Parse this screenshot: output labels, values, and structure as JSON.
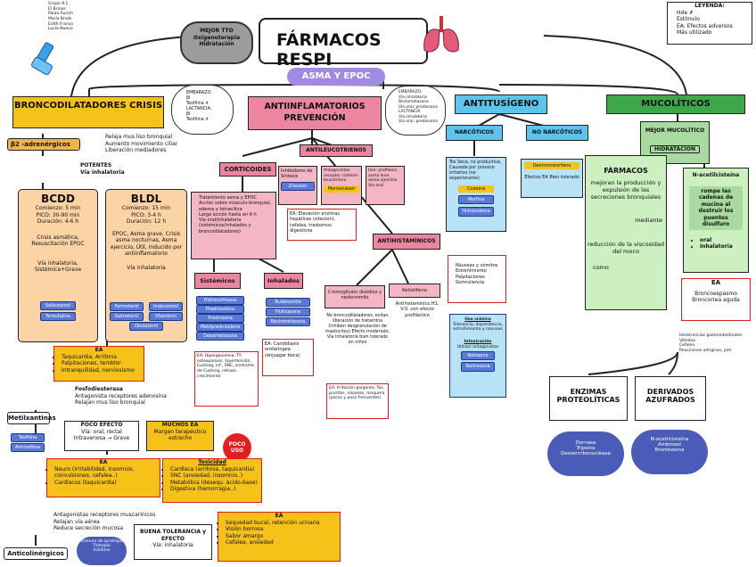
{
  "title": "FÁRMACOS RESPI",
  "subtitle": "ASMA Y EPOC",
  "authors": [
    "Grupo 9.1",
    "El Brinos",
    "Paula Aurich",
    "María Brails",
    "Edith Franco",
    "Lucía Nuevo"
  ],
  "legend": {
    "title": "LEYENDA:",
    "items": [
      "Hde ✗",
      "Estímulo",
      "EA: Efectos adversos",
      "Más utilizado"
    ]
  },
  "best_tto": [
    "MEJOR TTO",
    "Oxigenoterapia",
    "Hidratación"
  ],
  "pregnancy_cloud_left": [
    "EMBARAZO:",
    "βl",
    "Teofilina ✗",
    "LACTANCIA:",
    "βl",
    "Teofilina ✗"
  ],
  "pregnancy_cloud_mid": [
    "EMBARAZO:",
    "Vía inhalatoria",
    "Beclometasona",
    "Vía oral, prednisona",
    "LACTANCIA",
    "Vía inhalatoria",
    "Vía oral, prednisona"
  ],
  "broncho": {
    "title": "BRONCODILATADORES CRISIS",
    "beta2": "β2 -adrenérgicos",
    "mech": [
      "Relaja mus liso bronquial",
      "Aumento movimiento ciliar",
      "Liberación mediadores"
    ],
    "potent": [
      "POTENTES",
      "Vía inhalatoria"
    ],
    "bcdd": {
      "title": "BCDD",
      "lines": [
        "Comienzo: 5 min",
        "PICO: 30-90 min",
        "Duración: 4-6 h",
        "Crisis asmática, Resuscitación EPOC",
        "Vía inhalatoria, Sistémica+Grave"
      ],
      "pills": [
        "Salbutamol",
        "Terbutalina"
      ]
    },
    "bldl": {
      "title": "BLDL",
      "lines": [
        "Comienzo: 15 min",
        "PICO: 3-4 h",
        "Duración: 12 h",
        "EPOC, Asma grave, Crisis asma nocturnas, Asma ejercicio, Útil, Inducido por antiinflamatorio",
        "Vía inhalatoria"
      ],
      "pills": [
        "Formoterol",
        "Indacaterol",
        "Salmeterol",
        "Vilanterol",
        "Olodaterol"
      ]
    },
    "ea": [
      "EA",
      "Taquicardia, Arritmia",
      "Palpitaciones, temblor",
      "Intranquilidad, nerviosismo"
    ],
    "metil": "Metilxantinas",
    "metil_pills": [
      "Teofilina",
      "Aminofilina"
    ],
    "metil_mech": [
      "Fosfodiesterasa",
      "Antagonista receptores adenosina",
      "Relajan mus liso bronquial"
    ],
    "poco_efecto": [
      "POCO EFECTO",
      "Vía: oral, rectal",
      "Intravenosa → Grave"
    ],
    "muchos_ea": [
      "MUCHOS EA",
      "Margen terapéutico estrecho"
    ],
    "poco_uso": "POCO USO",
    "metil_ea_title": "EA",
    "metil_ea": [
      "Neuro (irritabilidad, insomnio, convulsiones, cefalea..)",
      "Cardíacos (taquicardia)"
    ],
    "toxicidad_title": "Toxicidad",
    "toxicidad": [
      "Cardíaca (arritmia, taquicardia)",
      "SNC (ansiedad, insomnio..)",
      "Metabólica (desequ. ácido-base)",
      "Digestiva (hemorragia..)"
    ],
    "antichol_mech": [
      "Antagonistas receptores muscarínicos",
      "Relajan vía aérea",
      "Reduce secreción mucosa"
    ],
    "antichol": "Anticolinérgicos",
    "antichol_pills": [
      "Bromuro de ipratropio",
      "Tiotropio",
      "Aclidinio"
    ],
    "buena_tol": [
      "BUENA TOLERANCIA y EFECTO",
      "Vía: inhalatoria"
    ],
    "antichol_ea_title": "EA",
    "antichol_ea": [
      "Sequedad bucal, retención urinaria",
      "Visión borrosa",
      "Sabor amargo",
      "Cefalea, ansiedad"
    ]
  },
  "anti": {
    "title": "ANTIINFLAMATORIOS PREVENCIÓN",
    "cortic": "CORTICOIDES",
    "cortic_list": [
      "Tratamiento asma y EPOC",
      "Acción sobre músculo bronquial, edema y tetracilina",
      "Larga acción hasta en 6 h",
      "Vía oral/inhalatoria (sistémicos/inhalados y broncodilatadores)"
    ],
    "sistemicos": "Sistémicos",
    "sist_pills": [
      "Hidrocortisona",
      "Prednisolona",
      "Prednisona",
      "Metilprednisolona",
      "Dexametasona"
    ],
    "sist_ea": "EA: Hiperglucemia, Tª, osteoporosis, hipertensión, Cushing, inf., SNC, síndrome de Cushing, retraso crecimiento",
    "inhalados": "Inhalados",
    "inh_pills": [
      "Budesonida",
      "Fluticasona",
      "Beclometasona"
    ],
    "inh_ea": "EA: Candidiasis orofaríngea (enjuagar boca)",
    "antileuco": "ANTILEUCOTRIENOS",
    "antileuco_a": [
      "Inhibidores de Síntesis",
      "Zileuton"
    ],
    "antileuco_b": [
      "Antagonistas receptor cisteinil-leucotrieno",
      "Montelukast"
    ],
    "antileuco_c": [
      "Uso: profilaxis, asma leve, asma ejercicio",
      "Vía oral"
    ],
    "antileuco_ea": "EA: Elevación enzimas hepáticas (zileuton), cefalea, trastornos digestivos",
    "antihist": "ANTIHISTAMÍNICOS",
    "crom": [
      "Cromoglicato disódico y nedocromilo"
    ],
    "crom_text": "No broncodilatadores, evitan liberación de histamina (inhiben desgranulación de mastocitos) Efecto moderado. Vía inhalatoria bien tolerado en niños",
    "crom_ea": "EA: Irritación garganta, Tos, pruritos, náuseas, ronquera (pocos y poco frecuentes)",
    "keto": "Ketotifeno",
    "keto_text": "Antihistamínico H1, V.O. con efecto profiláctico"
  },
  "antitus": {
    "title": "ANTITUSÍGENO",
    "narc": "NARCÓTICOS",
    "narc_text": "Tos Seca, no productiva, Causada por proceso irritativo (no expectorante)",
    "narc_pills": [
      "Codeína",
      "Morfina",
      "Hidrocodona"
    ],
    "narc_ea": [
      "Náuseas y vómitos",
      "Estreñimiento",
      "Palpitaciones",
      "Somnolencia"
    ],
    "uso": [
      "Uso crónico",
      "Tolerancia, dependencia, estreñimiento y náuseas",
      "Intoxicación",
      "Utilizar antagonistas",
      "Naloxona",
      "Naltrexona"
    ],
    "nonarc": "NO NARCÓTICOS",
    "nonarc_pills": [
      "Dextrometorfano"
    ],
    "nonarc_text": "Efectos EA Bien tolerado"
  },
  "muco": {
    "title": "MUCOLÍTICOS",
    "best": "MEJOR MUCOLÍTICO",
    "hidr": "HIDRATACIÓN",
    "farm": [
      "FÁRMACOS",
      "mejoran la producción y expulsión de las secreciones bronquiales",
      "mediante",
      "reducción de la viscosidad del moco",
      "como"
    ],
    "nac": "N-acetilcisteína",
    "nac_text": "rompe las cadenas de mucina al destruir los puentes disulfuro",
    "nac_via": [
      "oral",
      "inhalatoria"
    ],
    "ea_title": "EA",
    "ea": [
      "Broncoespasmo",
      "Broncorrea aguda"
    ],
    "ea2": [
      "Intolerancias gastrointestinales",
      "Vómitos",
      "Cefalea",
      "Reacciones alérgicas, piel"
    ],
    "enz": "ENZIMAS PROTEOLÍTICAS",
    "enz_pills": [
      "Dornasa",
      "Tripsina",
      "Desoxirribonucleasa"
    ],
    "azuf": "DERIVADOS AZUFRADOS",
    "azuf_pills": [
      "N-acetilcisteína",
      "Ambroxol",
      "Bromhexina"
    ]
  }
}
